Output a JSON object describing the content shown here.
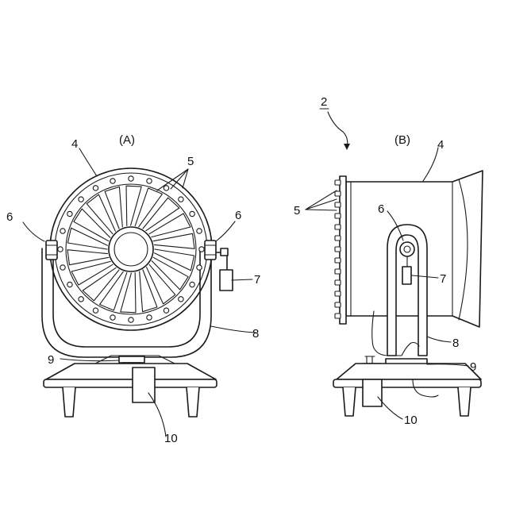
{
  "views": {
    "A": {
      "caption": "(A)"
    },
    "B": {
      "caption": "(B)"
    }
  },
  "assembly_ref": "2",
  "labels_A": {
    "casing": "4",
    "nozzles": "5",
    "pivot_left": "6",
    "pivot_right": "6",
    "motor": "7",
    "frame": "8",
    "turntable": "9",
    "tank": "10"
  },
  "labels_B": {
    "casing": "4",
    "nozzles": "5",
    "pivot": "6",
    "motor": "7",
    "frame": "8",
    "turntable": "9",
    "tank": "10"
  }
}
